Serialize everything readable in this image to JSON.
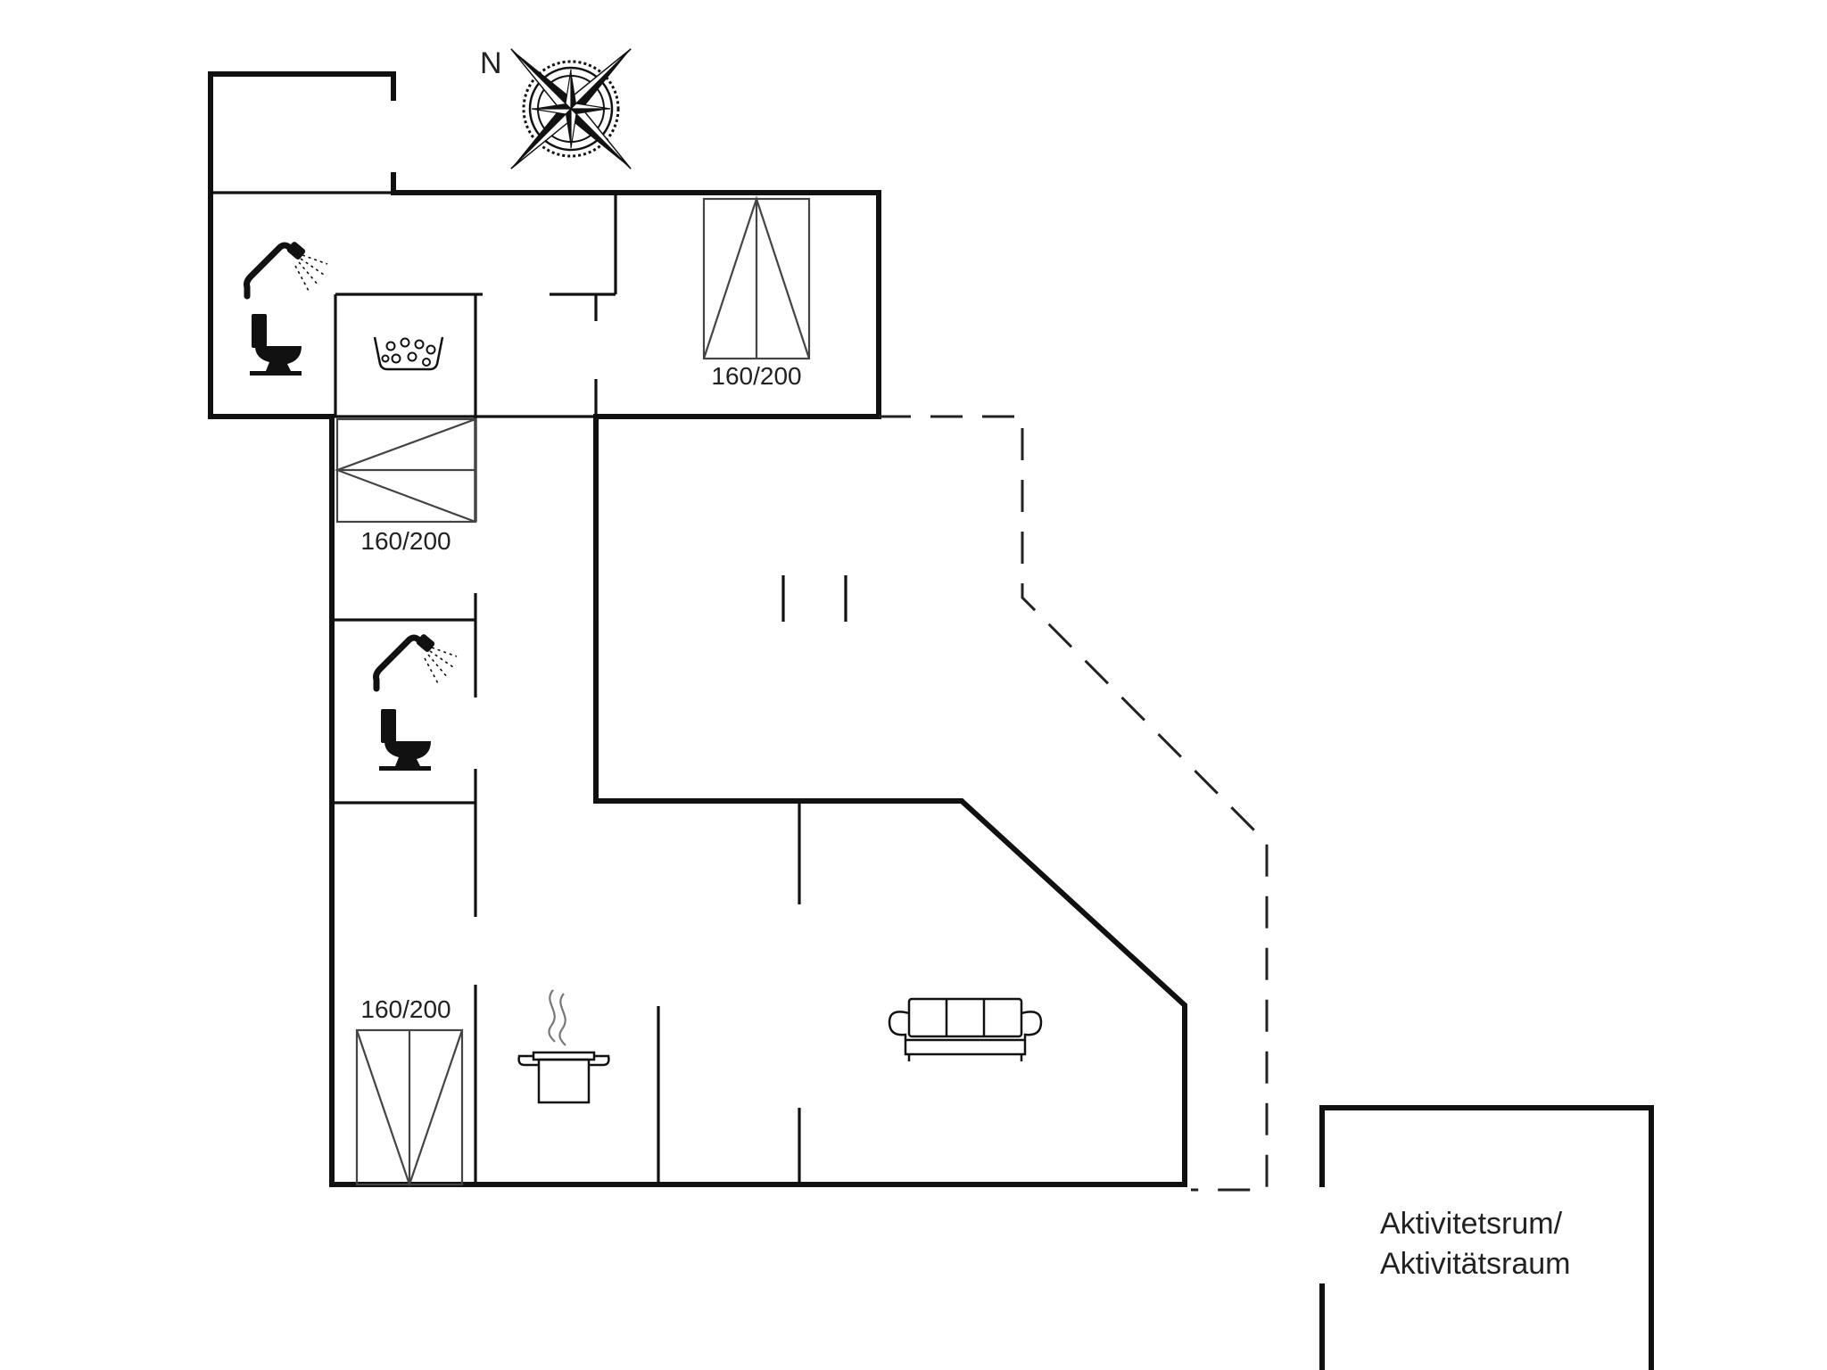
{
  "compass": {
    "north_label": "N",
    "icon": "compass-rose-icon"
  },
  "beds": [
    {
      "size_label": "160/200"
    },
    {
      "size_label": "160/200"
    },
    {
      "size_label": "160/200"
    }
  ],
  "activity_room": {
    "label_line1": "Aktivitetsrum/",
    "label_line2": "Aktivitätsraum"
  },
  "icons": {
    "shower": "shower-icon",
    "toilet": "toilet-icon",
    "whirlpool": "whirlpool-icon",
    "stove": "cooking-pot-icon",
    "sofa": "sofa-icon"
  },
  "colors": {
    "walls": "#111111",
    "background": "#ffffff"
  }
}
